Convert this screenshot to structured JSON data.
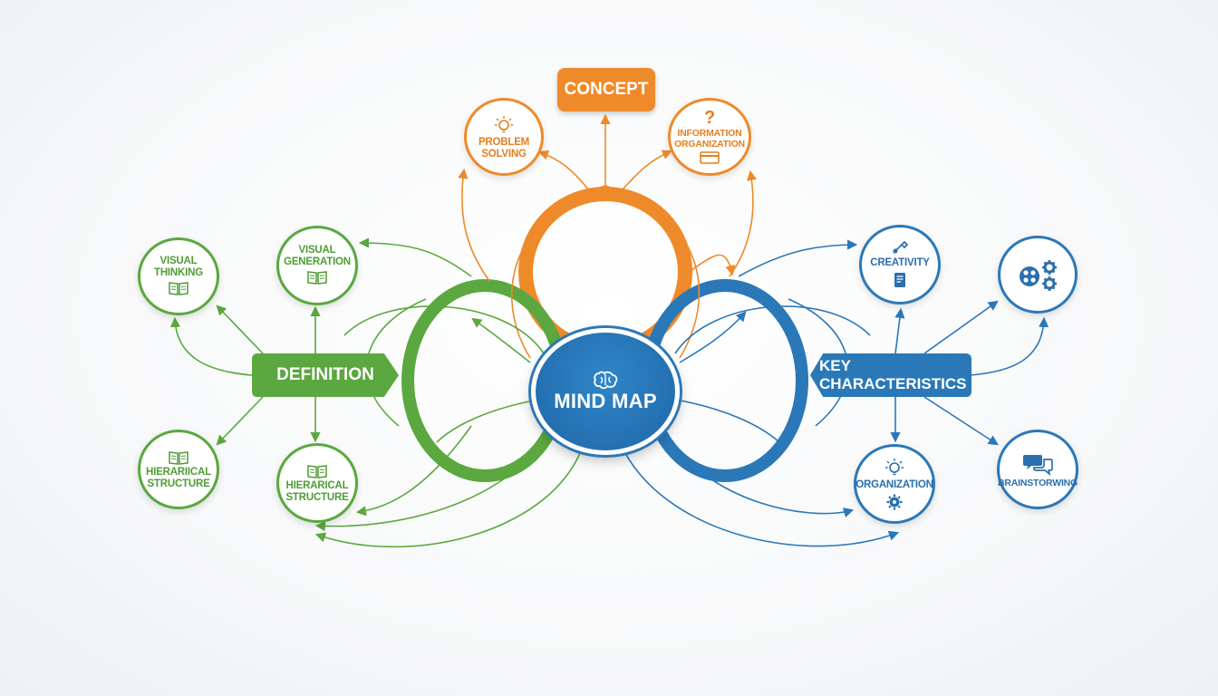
{
  "center": {
    "label": "MIND MAP",
    "icon": "brain-icon"
  },
  "branches": {
    "concept": {
      "label": "CONCEPT",
      "color": "#ef8a2b"
    },
    "definition": {
      "label": "DEFINITION",
      "color": "#5aa83f"
    },
    "key_characteristics": {
      "label": "KEY CHARACTERISTICS",
      "color": "#2b78b8"
    }
  },
  "nodes": {
    "problem_solving": {
      "label": "PROBLEM SOLVING",
      "icon": "lightbulb-icon"
    },
    "information_organization": {
      "label": "INFORMATION ORGANIZATION",
      "icon": "question-mark-icon"
    },
    "visual_thinking": {
      "label": "VISUAL THINKING",
      "icon": "book-icon"
    },
    "visual_generation": {
      "label": "VISUAL GENERATION",
      "icon": "book-icon"
    },
    "hierarchical_structure_left": {
      "label": "HIERARIICAL STRUCTURE",
      "icon": "book-icon"
    },
    "hierarchical_structure_inner": {
      "label": "HIERARICAL STRUCTURE",
      "icon": "book-icon"
    },
    "creativity": {
      "label": "CREATIVITY",
      "icon": "paint-brush-icon"
    },
    "gears": {
      "icon": "gears-icon"
    },
    "organization": {
      "label": "ORGANIZATION",
      "icon": "lightbulb-icon"
    },
    "brainstorming": {
      "label": "BRAINSTORWING",
      "icon": "chat-bubbles-icon"
    }
  }
}
